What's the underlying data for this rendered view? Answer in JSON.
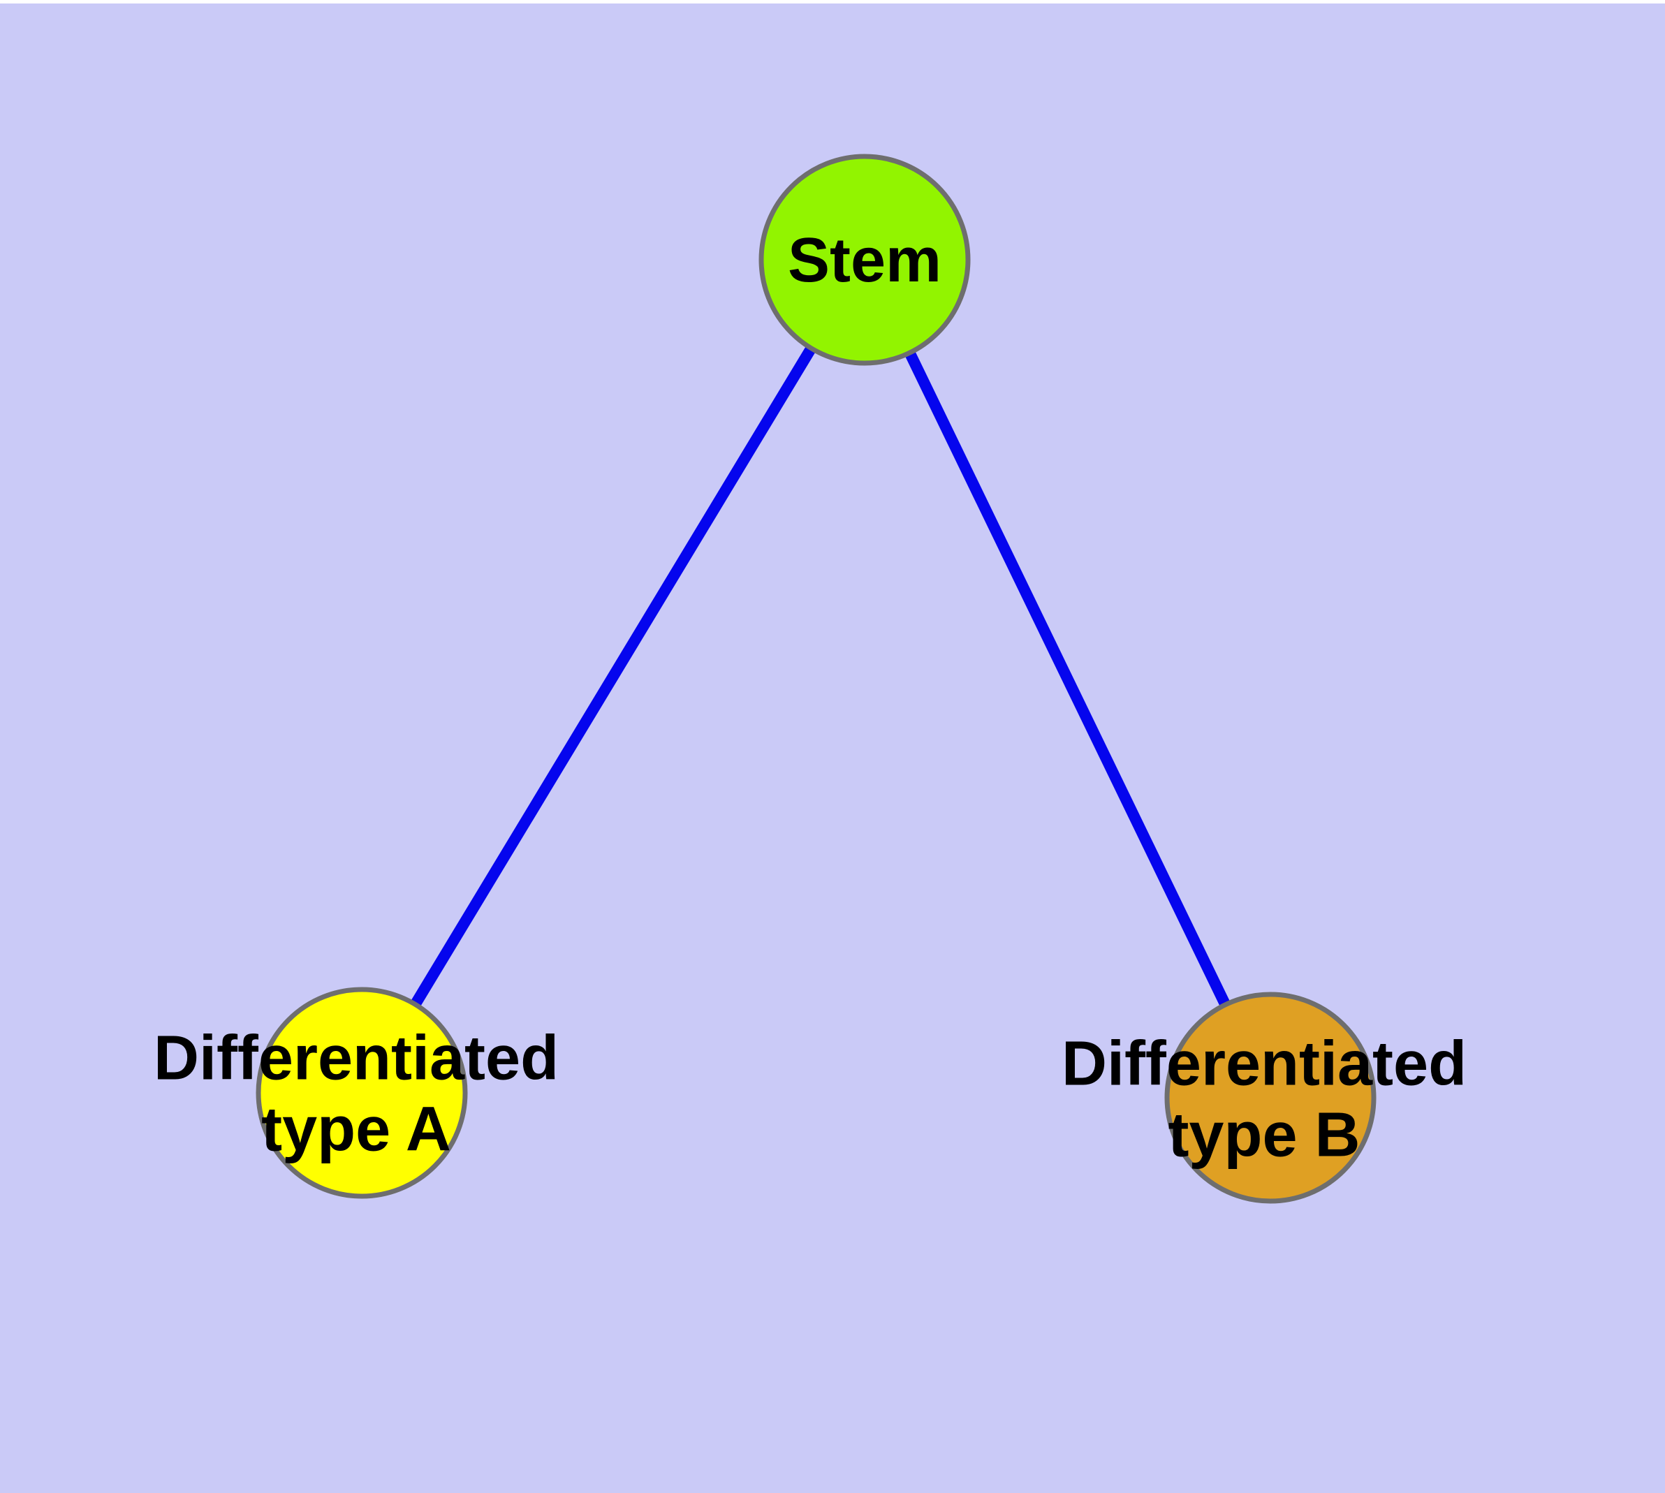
{
  "diagram": {
    "type": "node-link-graph",
    "description": "Stem cell differentiation diagram: one stem node connected to two differentiated cell type nodes",
    "background_color": "#cacaf7",
    "edge_color": "#0505ee",
    "node_border_color": "#6e6e6e",
    "nodes": [
      {
        "id": "stem",
        "label": "Stem",
        "fill": "#92f400"
      },
      {
        "id": "type_a",
        "label": "Differentiated\ntype A",
        "fill": "#ffff00"
      },
      {
        "id": "type_b",
        "label": "Differentiated\ntype B",
        "fill": "#dfa023"
      }
    ],
    "edges": [
      {
        "from": "stem",
        "to": "type_a"
      },
      {
        "from": "stem",
        "to": "type_b"
      }
    ]
  }
}
